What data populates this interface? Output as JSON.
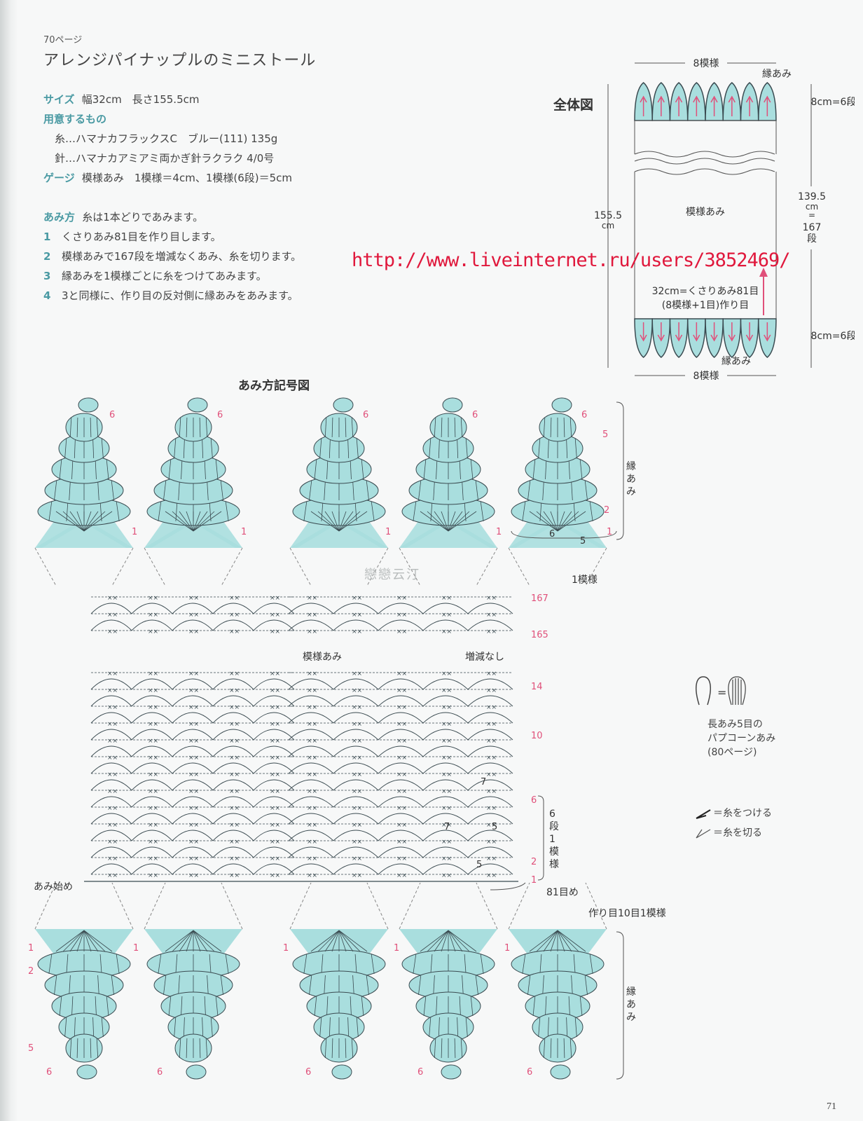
{
  "header": {
    "page_ref": "70ページ",
    "title": "アレンジパイナップルのミニストール"
  },
  "spec": {
    "size_label": "サイズ",
    "size_value": "幅32cm　長さ155.5cm",
    "materials_label": "用意するもの",
    "yarn": "糸…ハマナカフラックスC　ブルー(111) 135g",
    "hook": "針…ハマナカアミアミ両かぎ針ラクラク 4/0号",
    "gauge_label": "ゲージ",
    "gauge_value": "模様あみ　1模様＝4cm、1模様(6段)＝5cm"
  },
  "method": {
    "label": "あみ方",
    "intro": "糸は1本どりであみます。",
    "steps": [
      {
        "n": "1",
        "text": "くさりあみ81目を作り目します。"
      },
      {
        "n": "2",
        "text": "模様あみで167段を増減なくあみ、糸を切ります。"
      },
      {
        "n": "3",
        "text": "縁あみを1模様ごとに糸をつけてあみます。"
      },
      {
        "n": "4",
        "text": "3と同様に、作り目の反対側に縁あみをあみます。"
      }
    ]
  },
  "watermark_url": "http://www.liveinternet.ru/users/3852469/",
  "overview": {
    "heading": "全体図",
    "top_width": "8模様",
    "bottom_width": "8模様",
    "edge_top": "縁あみ",
    "edge_bottom": "縁あみ",
    "top_height": "8cm=6段",
    "bottom_height": "8cm=6段",
    "total_height_1": "155.5",
    "total_height_2": "cm",
    "body_h1": "139.5",
    "body_h2": "cm",
    "body_h3": "=",
    "body_h4": "167",
    "body_h5": "段",
    "body_label": "模様あみ",
    "foundation_1": "32cm=くさりあみ81目",
    "foundation_2": "(8模様+1目)作り目"
  },
  "chart": {
    "heading": "あみ方記号図",
    "edge_label_top": [
      "縁",
      "あ",
      "み"
    ],
    "edge_label_bottom": [
      "縁",
      "あ",
      "み"
    ],
    "one_repeat": "1模様",
    "pattern_label": "模様あみ",
    "no_change": "増減なし",
    "start": "あみ始め",
    "st81": "81目め",
    "foundation_repeat": "作り目10目1模様",
    "row_repeat": [
      "6",
      "段",
      "1",
      "模",
      "様"
    ],
    "rows_right": [
      "167",
      "165",
      "14",
      "10",
      "6",
      "2",
      "1"
    ],
    "top_rows": [
      "6",
      "6",
      "6",
      "6",
      "6",
      "5",
      "2",
      "1",
      "1",
      "1",
      "1",
      "1"
    ],
    "bottom_rows": [
      "1",
      "1",
      "1",
      "1",
      "1",
      "2",
      "5",
      "6",
      "6",
      "6",
      "6",
      "6"
    ],
    "inner_nums": [
      "6",
      "5",
      "7",
      "7",
      "5",
      "5"
    ]
  },
  "legend": {
    "popcorn_1": "長あみ5目の",
    "popcorn_2": "パプコーンあみ",
    "popcorn_3": "(80ページ)",
    "attach": "＝糸をつける",
    "cut": "＝糸を切る"
  },
  "watermark_logo": "戀戀云汀",
  "page_number": "71",
  "colors": {
    "fill": "#a9dede",
    "line": "#3a4a50",
    "accent": "#e0507a",
    "label": "#4a9aa3",
    "url": "#e0183c"
  }
}
